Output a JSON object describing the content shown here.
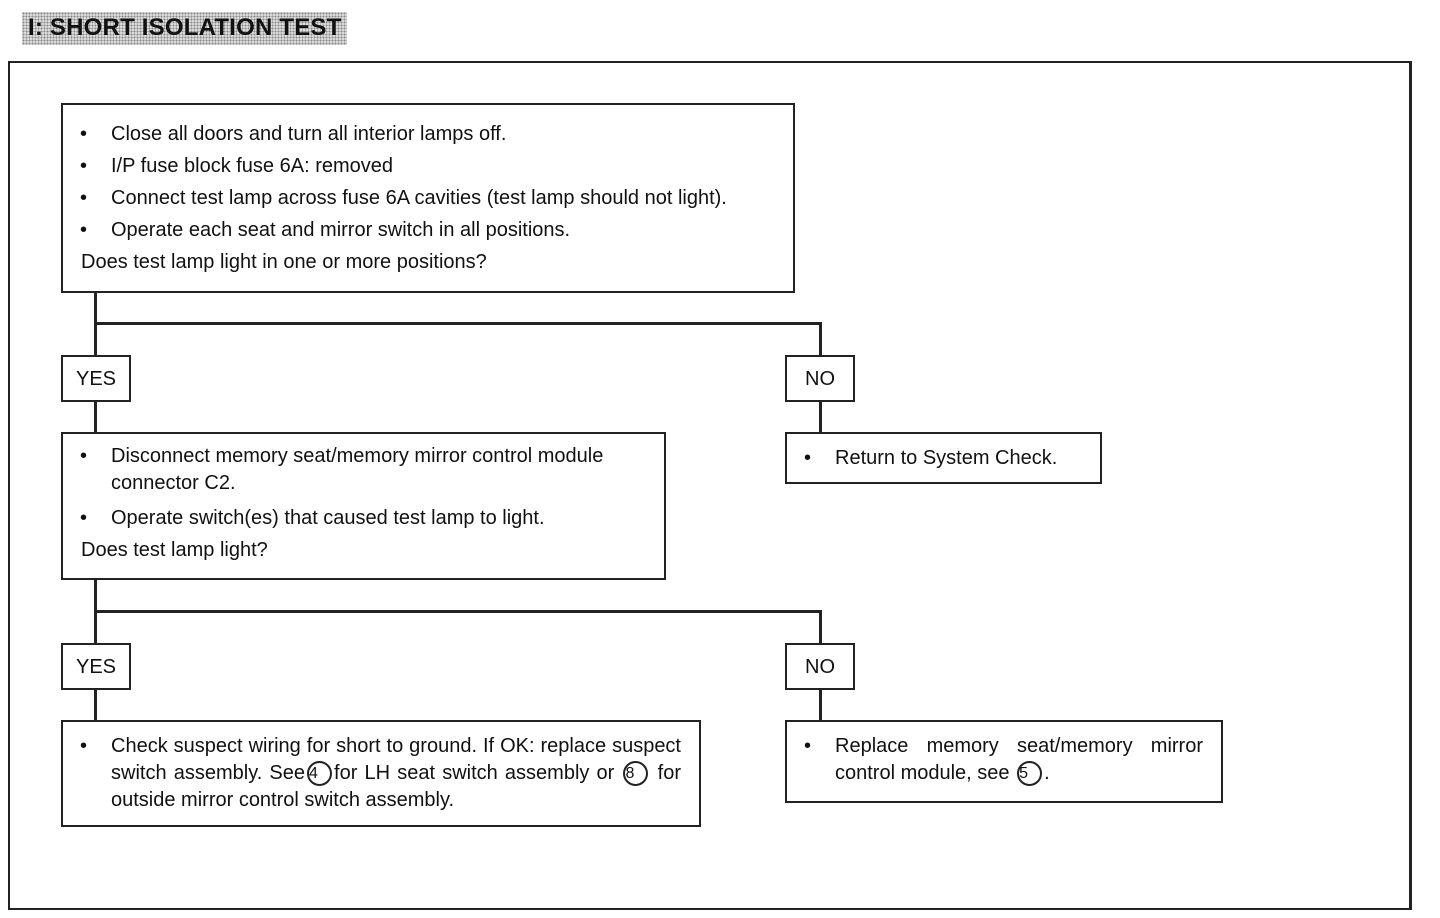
{
  "title": "I:  SHORT ISOLATION TEST",
  "step1": {
    "bullets": [
      "Close all doors and turn all interior lamps off.",
      "I/P fuse block fuse 6A:  removed",
      "Connect test lamp across fuse 6A cavities (test lamp should not light).",
      "Operate each seat and mirror switch in all positions."
    ],
    "question": "Does test lamp light in one or more positions?"
  },
  "branch1": {
    "yes_label": "YES",
    "no_label": "NO",
    "no_result": "Return to System Check."
  },
  "step2": {
    "bullet1": "Disconnect memory seat/memory mirror control module connector C2.",
    "bullet2": "Operate switch(es) that caused test lamp to light.",
    "question": "Does test lamp light?"
  },
  "branch2": {
    "yes_label": "YES",
    "no_label": "NO"
  },
  "yes_result": {
    "part1": "Check suspect wiring for short to ground. If OK: replace suspect switch assembly. See",
    "ref1": "4",
    "part2": "for LH seat switch assembly or",
    "ref2": "8",
    "part3": "for outside mirror control switch assembly."
  },
  "no_result": {
    "part1": "Replace memory seat/memory mirror control module, see",
    "ref1": "5",
    "part2": "."
  }
}
